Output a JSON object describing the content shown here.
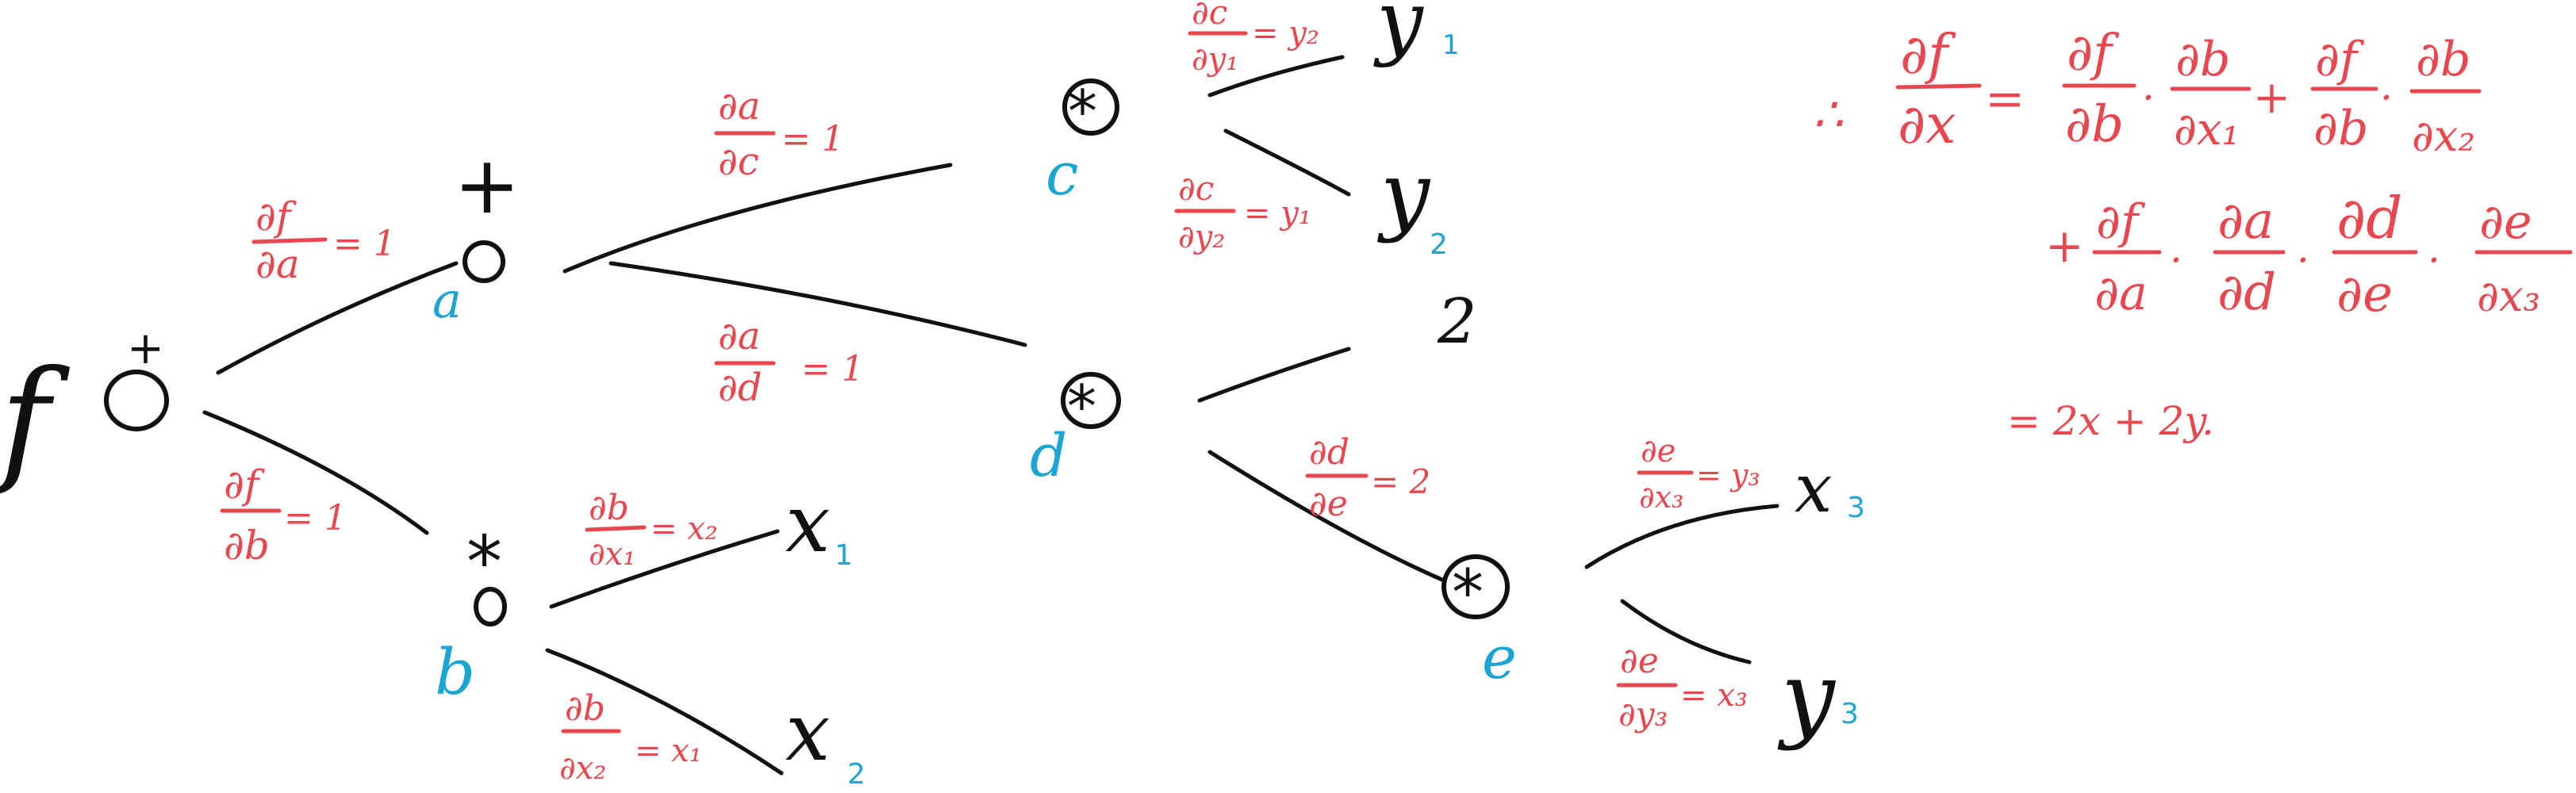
{
  "colors": {
    "ink": "#111111",
    "derivative_red": "#e8474f",
    "label_blue": "#1ba6d2",
    "background": "#ffffff"
  },
  "tree": {
    "root": {
      "name": "f",
      "op": "+"
    },
    "nodes": [
      {
        "id": "a",
        "op": "+"
      },
      {
        "id": "b",
        "op": "*"
      },
      {
        "id": "c",
        "op": "*"
      },
      {
        "id": "d",
        "op": "*"
      },
      {
        "id": "e",
        "op": "*"
      }
    ],
    "leaves": [
      {
        "var": "x",
        "sub": "1"
      },
      {
        "var": "x",
        "sub": "2"
      },
      {
        "var": "y",
        "sub": "1"
      },
      {
        "var": "y",
        "sub": "2"
      },
      {
        "var": "2",
        "sub": ""
      },
      {
        "var": "x",
        "sub": "3"
      },
      {
        "var": "y",
        "sub": "3"
      }
    ],
    "derivatives": [
      {
        "num": "∂f",
        "den": "∂a",
        "rhs": "= 1"
      },
      {
        "num": "∂f",
        "den": "∂b",
        "rhs": "= 1"
      },
      {
        "num": "∂a",
        "den": "∂c",
        "rhs": "= 1"
      },
      {
        "num": "∂a",
        "den": "∂d",
        "rhs": "= 1"
      },
      {
        "num": "∂b",
        "den": "∂x₁",
        "rhs": "= x₂"
      },
      {
        "num": "∂b",
        "den": "∂x₂",
        "rhs": "= x₁"
      },
      {
        "num": "∂c",
        "den": "∂y₁",
        "rhs": "= y₂"
      },
      {
        "num": "∂c",
        "den": "∂y₂",
        "rhs": "= y₁"
      },
      {
        "num": "∂d",
        "den": "∂e",
        "rhs": "= 2"
      },
      {
        "num": "∂e",
        "den": "∂x₃",
        "rhs": "= y₃"
      },
      {
        "num": "∂e",
        "den": "∂y₃",
        "rhs": "= x₃"
      }
    ]
  },
  "formula": {
    "therefore": "∴",
    "lhs": {
      "num": "∂f",
      "den": "∂x"
    },
    "eq": "=",
    "term1": [
      {
        "num": "∂f",
        "den": "∂b"
      },
      {
        "num": "∂b",
        "den": "∂x₁"
      }
    ],
    "plus": "+",
    "term2": [
      {
        "num": "∂f",
        "den": "∂b"
      },
      {
        "num": "∂b",
        "den": "∂x₂"
      }
    ],
    "term3": [
      {
        "num": "∂f",
        "den": "∂a"
      },
      {
        "num": "∂a",
        "den": "∂d"
      },
      {
        "num": "∂d",
        "den": "∂e"
      },
      {
        "num": "∂e",
        "den": "∂x₃"
      }
    ],
    "dot": "·",
    "result": "= 2x + 2y."
  }
}
